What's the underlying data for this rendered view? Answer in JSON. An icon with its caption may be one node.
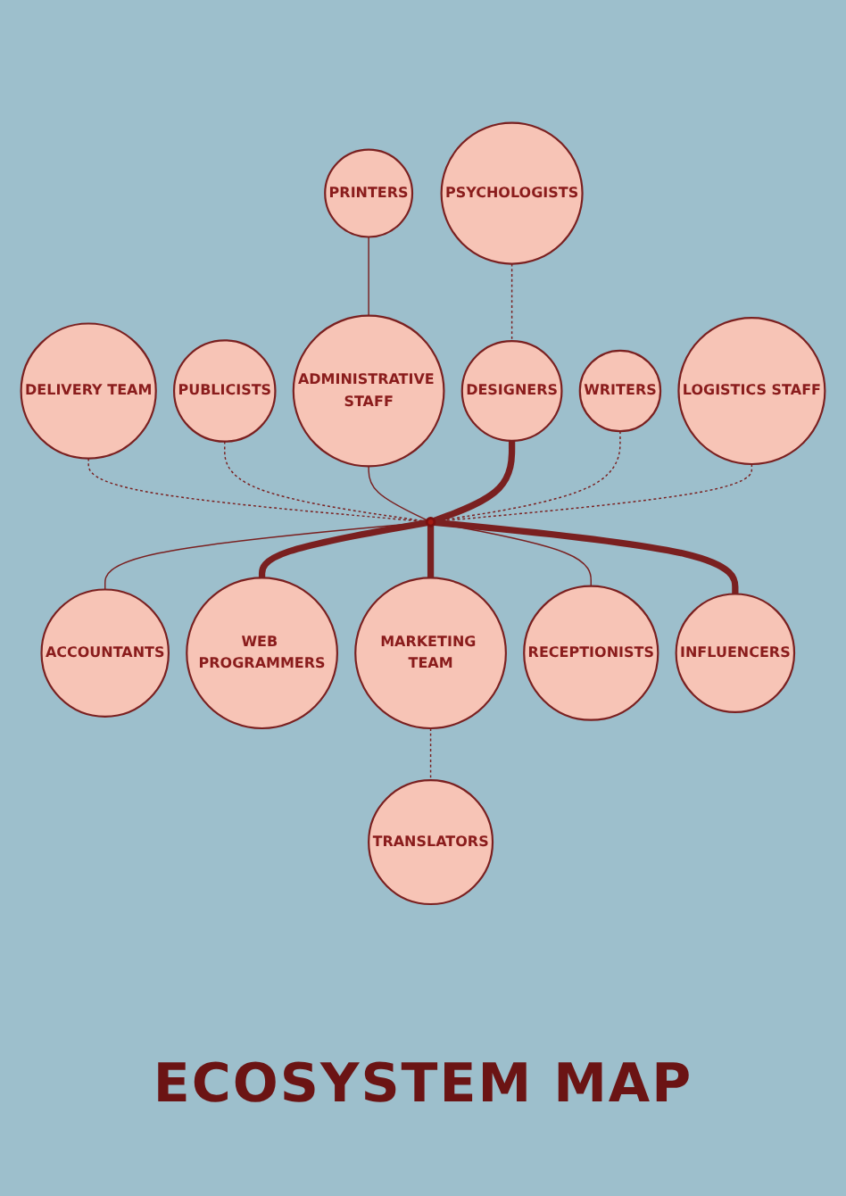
{
  "diagram": {
    "title": "ECOSYSTEM MAP",
    "nodes": [
      {
        "text": [
          "DELIVERY TEAM"
        ]
      },
      {
        "text": [
          "PRINTERS"
        ]
      },
      {
        "text": [
          "PUBLICISTS"
        ]
      },
      {
        "text": [
          "PSYCHOLOGISTS"
        ]
      },
      {
        "text": [
          "ADMINISTRATIVE STAFF"
        ]
      },
      {
        "text": [
          "DESIGNERS"
        ]
      },
      {
        "text": [
          "LOGISTICS STAFF"
        ]
      },
      {
        "text": [
          "WRITERS"
        ]
      },
      {
        "text": [],
        "shape": "circle"
      },
      {
        "text": [
          "ACCOUNTANTS"
        ]
      },
      {
        "text": [
          "WEB PROGRAMMERS"
        ]
      },
      {
        "text": [
          "MARKETING TEAM"
        ]
      },
      {
        "text": [
          "RECEPTIONISTS"
        ]
      },
      {
        "text": [
          "INFLUENCERS"
        ]
      },
      {
        "text": [
          "TRANSLATORS"
        ]
      }
    ],
    "edges": [
      {
        "from": 1,
        "to": 4,
        "arrow": "none"
      },
      {
        "from": 0,
        "to": 8,
        "arrow": "none",
        "style": "dashed"
      },
      {
        "from": 2,
        "to": 8,
        "arrow": "none",
        "style": "dashed"
      },
      {
        "from": 4,
        "to": 8,
        "arrow": "none"
      },
      {
        "from": 3,
        "to": 5,
        "arrow": "none",
        "style": "dashed"
      },
      {
        "from": 5,
        "to": 8,
        "arrow": "none",
        "style": "thick"
      },
      {
        "from": 7,
        "to": 8,
        "arrow": "none",
        "style": "dashed"
      },
      {
        "from": 6,
        "to": 8,
        "arrow": "none",
        "style": "dashed"
      },
      {
        "from": 8,
        "to": 9,
        "arrow": "none"
      },
      {
        "from": 8,
        "to": 10,
        "arrow": "none",
        "style": "thick"
      },
      {
        "from": 8,
        "to": 12,
        "arrow": "none"
      },
      {
        "from": 8,
        "to": 11,
        "arrow": "none",
        "style": "thick"
      },
      {
        "from": 8,
        "to": 13,
        "arrow": "none",
        "style": "thick"
      },
      {
        "from": 11,
        "to": 14,
        "arrow": "none",
        "style": "dashed"
      }
    ]
  }
}
